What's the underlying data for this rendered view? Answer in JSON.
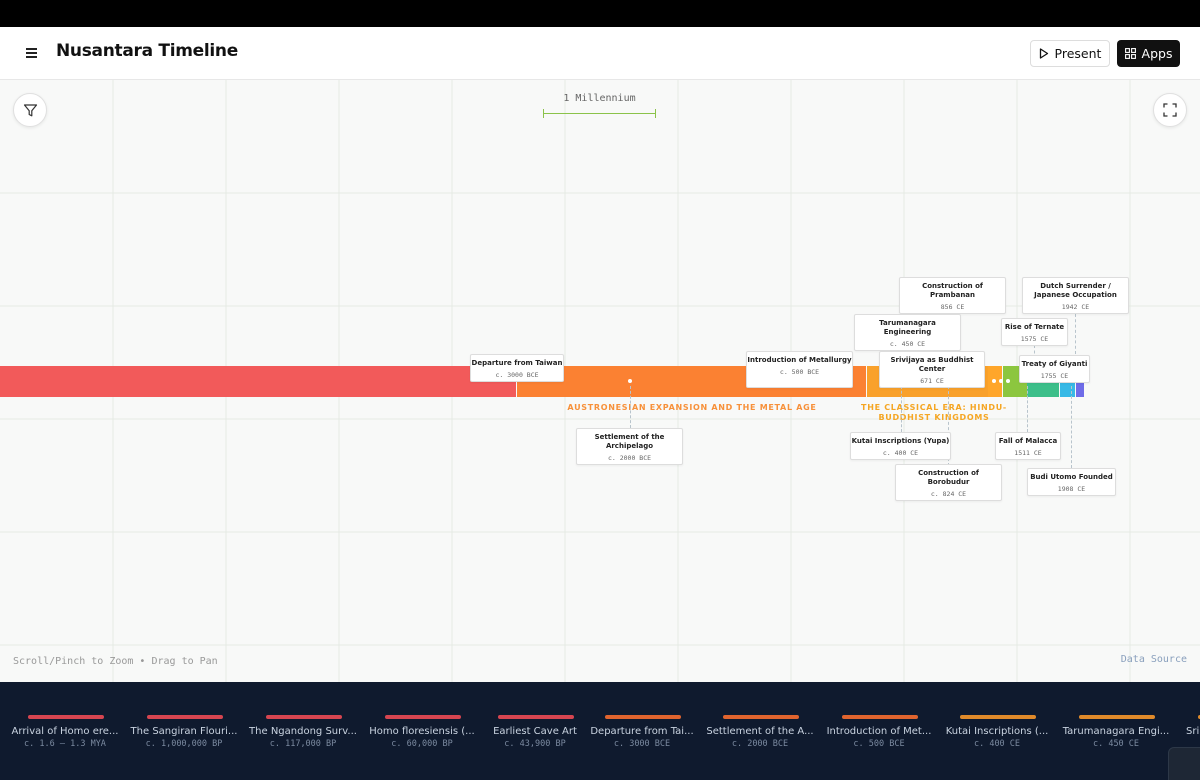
{
  "header": {
    "title": "Nusantara Timeline",
    "present_label": "Present",
    "apps_label": "Apps"
  },
  "canvas": {
    "scale_label": "1 Millennium",
    "hint": "Scroll/Pinch to Zoom • Drag to Pan",
    "data_source": "Data Source"
  },
  "eras": [
    {
      "label": "AUSTRONESIAN EXPANSION AND THE METAL AGE",
      "color": "#f7913a"
    },
    {
      "label": "THE CLASSICAL ERA: HINDU-BUDDHIST KINGDOMS",
      "color": "#f5a623"
    }
  ],
  "band_colors": [
    "#f25a5a",
    "#fb8132",
    "#f9a12b",
    "#ffa62a",
    "#8cc63f",
    "#3dbf8a",
    "#37b9e6",
    "#6f6ce8"
  ],
  "events": [
    {
      "title": "Construction of Prambanan",
      "date": "856 CE"
    },
    {
      "title": "Dutch Surrender / Japanese Occupation",
      "date": "1942 CE"
    },
    {
      "title": "Tarumanagara Engineering",
      "date": "c. 450 CE"
    },
    {
      "title": "Rise of Ternate",
      "date": "1575 CE"
    },
    {
      "title": "Departure from Taiwan",
      "date": "c. 3000 BCE"
    },
    {
      "title": "Introduction of Metallurgy",
      "date": "c. 500 BCE"
    },
    {
      "title": "Srivijaya as Buddhist Center",
      "date": "671 CE"
    },
    {
      "title": "Treaty of Giyanti",
      "date": "1755 CE"
    },
    {
      "title": "Settlement of the Archipelago",
      "date": "c. 2000 BCE"
    },
    {
      "title": "Kutai Inscriptions (Yupa)",
      "date": "c. 400 CE"
    },
    {
      "title": "Fall of Malacca",
      "date": "1511 CE"
    },
    {
      "title": "Construction of Borobudur",
      "date": "c. 824 CE"
    },
    {
      "title": "Budi Utomo Founded",
      "date": "1908 CE"
    }
  ],
  "strip": [
    {
      "label": "Arrival of Homo ere...",
      "date": "c. 1.6 – 1.3 MYA",
      "color": "#d64550"
    },
    {
      "label": "The Sangiran Flouri...",
      "date": "c. 1,000,000 BP",
      "color": "#d64550"
    },
    {
      "label": "The Ngandong Surv...",
      "date": "c. 117,000 BP",
      "color": "#d64550"
    },
    {
      "label": "Homo floresiensis (...",
      "date": "c. 60,000 BP",
      "color": "#d64550"
    },
    {
      "label": "Earliest Cave Art",
      "date": "c. 43,900 BP",
      "color": "#d64550"
    },
    {
      "label": "Departure from Tai...",
      "date": "c. 3000 BCE",
      "color": "#e0642e"
    },
    {
      "label": "Settlement of the A...",
      "date": "c. 2000 BCE",
      "color": "#e0642e"
    },
    {
      "label": "Introduction of Met...",
      "date": "c. 500 BCE",
      "color": "#e0642e"
    },
    {
      "label": "Kutai Inscriptions (...",
      "date": "c. 400 CE",
      "color": "#e08a2a"
    },
    {
      "label": "Tarumanagara Engi...",
      "date": "c. 450 CE",
      "color": "#e08a2a"
    },
    {
      "label": "Sri",
      "date": "",
      "color": "#e08a2a"
    }
  ]
}
